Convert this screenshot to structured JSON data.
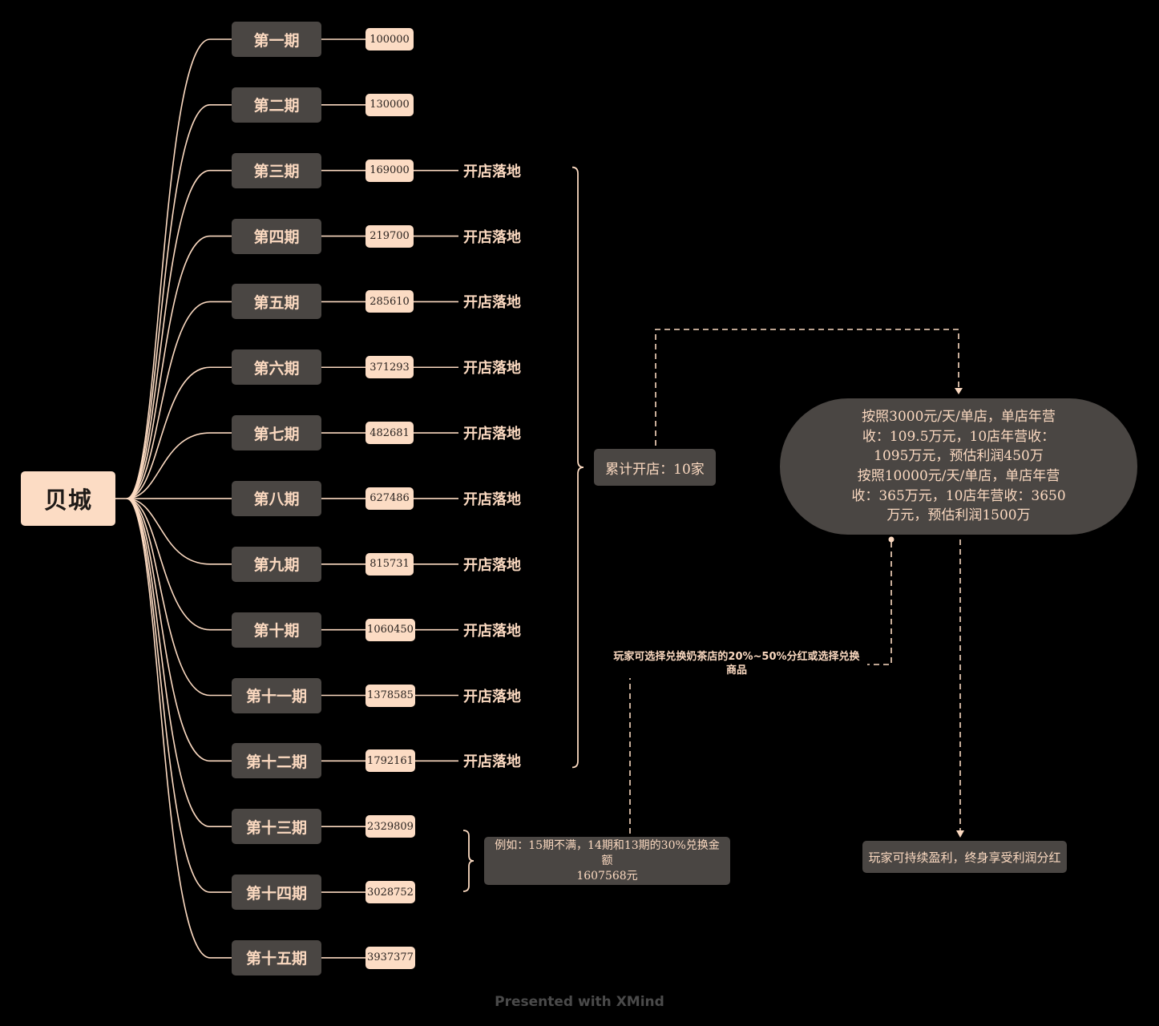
{
  "root": {
    "label": "贝城"
  },
  "periods": [
    {
      "label": "第一期",
      "amount": "100000",
      "note": ""
    },
    {
      "label": "第二期",
      "amount": "130000",
      "note": ""
    },
    {
      "label": "第三期",
      "amount": "169000",
      "note": "开店落地"
    },
    {
      "label": "第四期",
      "amount": "219700",
      "note": "开店落地"
    },
    {
      "label": "第五期",
      "amount": "285610",
      "note": "开店落地"
    },
    {
      "label": "第六期",
      "amount": "371293",
      "note": "开店落地"
    },
    {
      "label": "第七期",
      "amount": "482681",
      "note": "开店落地"
    },
    {
      "label": "第八期",
      "amount": "627486",
      "note": "开店落地"
    },
    {
      "label": "第九期",
      "amount": "815731",
      "note": "开店落地"
    },
    {
      "label": "第十期",
      "amount": "1060450",
      "note": "开店落地"
    },
    {
      "label": "第十一期",
      "amount": "1378585",
      "note": "开店落地"
    },
    {
      "label": "第十二期",
      "amount": "1792161",
      "note": "开店落地"
    },
    {
      "label": "第十三期",
      "amount": "2329809",
      "note": ""
    },
    {
      "label": "第十四期",
      "amount": "3028752",
      "note": ""
    },
    {
      "label": "第十五期",
      "amount": "3937377",
      "note": ""
    }
  ],
  "summary": {
    "cumulative": "累计开店：10家"
  },
  "profit": {
    "lines": [
      "按照3000元/天/单店，单店年营",
      "收：109.5万元，10店年营收：",
      "1095万元，预估利润450万",
      "按照10000元/天/单店，单店年营",
      "收：365万元，10店年营收：3650",
      "万元，预估利润1500万"
    ]
  },
  "choice_note": {
    "lines": [
      "玩家可选择兑换奶茶店的20%~50%分红或选择兑换",
      "商品"
    ]
  },
  "example": {
    "lines": [
      "例如：15期不满，14期和13期的30%兑换金额",
      "1607568元"
    ]
  },
  "dividend": {
    "label": "玩家可持续盈利，终身享受利润分红"
  },
  "footer": {
    "text": "Presented with XMind"
  },
  "colors": {
    "background": "#000000",
    "line": "#fbd9c0",
    "node": "#4a4643",
    "accent": "#fcdcc4"
  }
}
